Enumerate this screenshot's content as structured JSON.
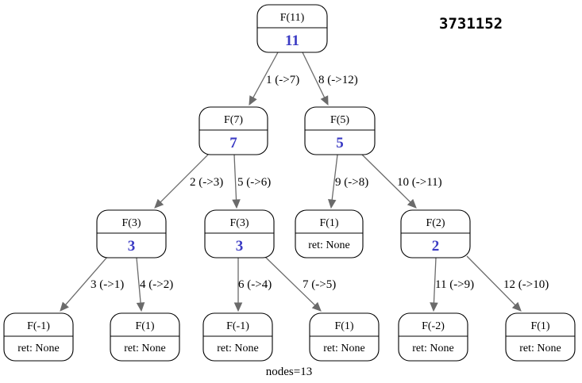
{
  "header_id": "3731152",
  "footer": "nodes=13",
  "value_color": "#3b3bc4",
  "edge_color": "#6b6b6b",
  "nodes": [
    {
      "id": "n11",
      "title": "F(11)",
      "value": "11"
    },
    {
      "id": "n7",
      "title": "F(7)",
      "value": "7"
    },
    {
      "id": "n5",
      "title": "F(5)",
      "value": "5"
    },
    {
      "id": "n3a",
      "title": "F(3)",
      "value": "3"
    },
    {
      "id": "n3b",
      "title": "F(3)",
      "value": "3"
    },
    {
      "id": "n1a",
      "title": "F(1)",
      "ret": "ret: None"
    },
    {
      "id": "n2",
      "title": "F(2)",
      "value": "2"
    },
    {
      "id": "nm1a",
      "title": "F(-1)",
      "ret": "ret: None"
    },
    {
      "id": "n1b",
      "title": "F(1)",
      "ret": "ret: None"
    },
    {
      "id": "nm1b",
      "title": "F(-1)",
      "ret": "ret: None"
    },
    {
      "id": "n1c",
      "title": "F(1)",
      "ret": "ret: None"
    },
    {
      "id": "nm2",
      "title": "F(-2)",
      "ret": "ret: None"
    },
    {
      "id": "n1d",
      "title": "F(1)",
      "ret": "ret: None"
    }
  ],
  "edges": [
    {
      "from": "n11",
      "to": "n7",
      "label": "1 (->7)"
    },
    {
      "from": "n11",
      "to": "n5",
      "label": "8 (->12)"
    },
    {
      "from": "n7",
      "to": "n3a",
      "label": "2 (->3)"
    },
    {
      "from": "n7",
      "to": "n3b",
      "label": "5 (->6)"
    },
    {
      "from": "n5",
      "to": "n1a",
      "label": "9 (->8)"
    },
    {
      "from": "n5",
      "to": "n2",
      "label": "10 (->11)"
    },
    {
      "from": "n3a",
      "to": "nm1a",
      "label": "3 (->1)"
    },
    {
      "from": "n3a",
      "to": "n1b",
      "label": "4 (->2)"
    },
    {
      "from": "n3b",
      "to": "nm1b",
      "label": "6 (->4)"
    },
    {
      "from": "n3b",
      "to": "n1c",
      "label": "7 (->5)"
    },
    {
      "from": "n2",
      "to": "nm2",
      "label": "11 (->9)"
    },
    {
      "from": "n2",
      "to": "n1d",
      "label": "12 (->10)"
    }
  ]
}
